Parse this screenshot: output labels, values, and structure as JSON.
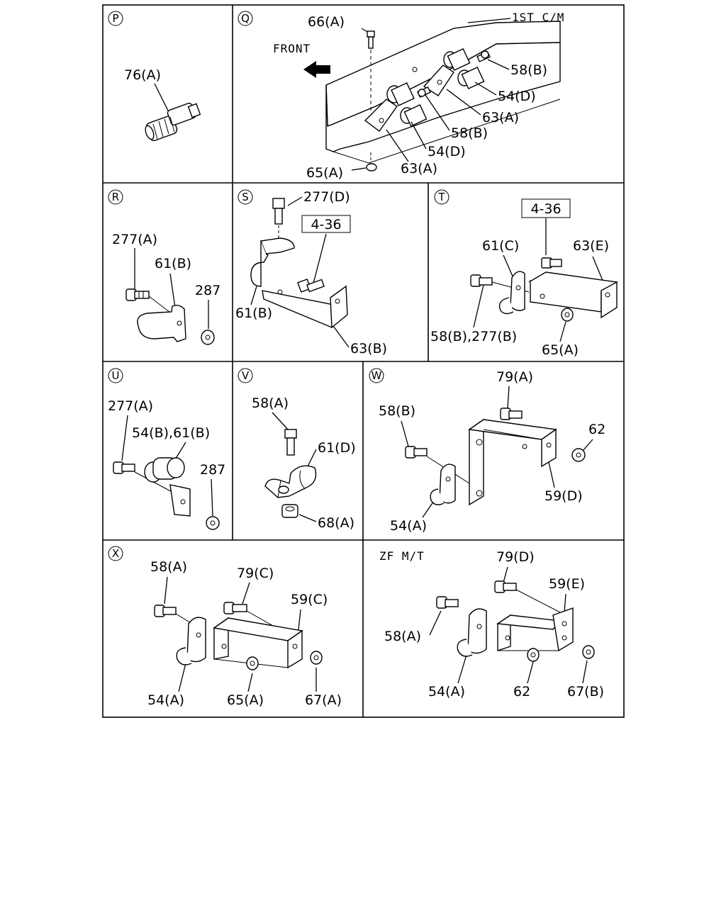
{
  "panels": {
    "P": {
      "letter": "P",
      "labels": [
        "76(A)"
      ]
    },
    "Q": {
      "letter": "Q",
      "labels": [
        "66(A)",
        "1ST C/M",
        "FRONT",
        "58(B)",
        "54(D)",
        "63(A)",
        "58(B)",
        "54(D)",
        "65(A)",
        "63(A)"
      ]
    },
    "R": {
      "letter": "R",
      "labels": [
        "277(A)",
        "61(B)",
        "287"
      ]
    },
    "S": {
      "letter": "S",
      "labels": [
        "277(D)",
        "4-36",
        "61(B)",
        "63(B)"
      ]
    },
    "T": {
      "letter": "T",
      "labels": [
        "4-36",
        "61(C)",
        "63(E)",
        "58(B),277(B)",
        "65(A)"
      ]
    },
    "U": {
      "letter": "U",
      "labels": [
        "277(A)",
        "54(B),61(B)",
        "287"
      ]
    },
    "V": {
      "letter": "V",
      "labels": [
        "58(A)",
        "61(D)",
        "68(A)"
      ]
    },
    "W": {
      "letter": "W",
      "labels": [
        "79(A)",
        "58(B)",
        "62",
        "59(D)",
        "54(A)"
      ]
    },
    "X": {
      "letter": "X",
      "labels": [
        "58(A)",
        "79(C)",
        "59(C)",
        "54(A)",
        "65(A)",
        "67(A)"
      ]
    },
    "ZF": {
      "title": "ZF M/T",
      "labels": [
        "79(D)",
        "59(E)",
        "58(A)",
        "54(A)",
        "62",
        "67(B)"
      ]
    }
  }
}
